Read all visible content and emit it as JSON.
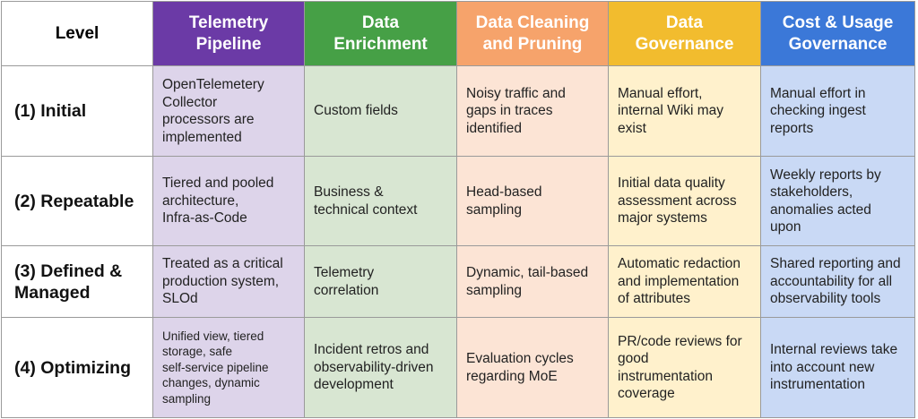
{
  "table": {
    "header": {
      "level": "Level",
      "columns": [
        "Telemetry\nPipeline",
        "Data\nEnrichment",
        "Data Cleaning\nand Pruning",
        "Data\nGovernance",
        "Cost & Usage\nGovernance"
      ]
    },
    "rows": [
      {
        "level": "(1) Initial",
        "cells": [
          "OpenTelemetery\nCollector\nprocessors are\nimplemented",
          "Custom fields",
          "Noisy traffic and\ngaps in traces\nidentified",
          "Manual effort,\ninternal Wiki may\nexist",
          "Manual effort in\nchecking ingest\nreports"
        ]
      },
      {
        "level": "(2) Repeatable",
        "cells": [
          "Tiered and pooled\narchitecture,\nInfra-as-Code",
          "Business &\ntechnical context",
          "Head-based\nsampling",
          "Initial data quality\nassessment across\nmajor systems",
          "Weekly reports by\nstakeholders,\nanomalies acted\nupon"
        ]
      },
      {
        "level": "(3) Defined &\nManaged",
        "cells": [
          "Treated as a critical\nproduction system,\nSLOd",
          "Telemetry\ncorrelation",
          "Dynamic, tail-based\nsampling",
          "Automatic redaction\nand implementation\nof attributes",
          "Shared reporting and\naccountability for all\nobservability tools"
        ]
      },
      {
        "level": "(4) Optimizing",
        "cells": [
          "Unified view, tiered\nstorage, safe\nself-service pipeline\nchanges, dynamic\nsampling",
          "Incident retros and\nobservability-driven\ndevelopment",
          "Evaluation cycles\nregarding MoE",
          "PR/code reviews for\ngood\ninstrumentation\ncoverage",
          "Internal reviews take\ninto account new\ninstrumentation"
        ]
      }
    ]
  },
  "colors": {
    "headers": [
      "#6b3aa6",
      "#46a046",
      "#f6a36b",
      "#f2bc2e",
      "#3b78d8"
    ],
    "columns": [
      "#ddd4ea",
      "#d8e6d2",
      "#fce4d5",
      "#fff1cc",
      "#c9d9f5"
    ]
  }
}
